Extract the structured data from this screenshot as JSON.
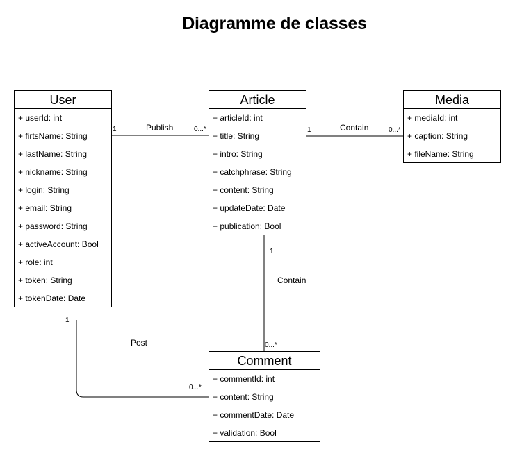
{
  "title": "Diagramme de classes",
  "classes": {
    "user": {
      "name": "User",
      "attributes": [
        "+ userId: int",
        "+ firtsName: String",
        "+ lastName: String",
        "+ nickname: String",
        "+ login: String",
        "+ email: String",
        "+ password: String",
        "+ activeAccount: Bool",
        "+ role: int",
        "+ token: String",
        "+ tokenDate: Date"
      ]
    },
    "article": {
      "name": "Article",
      "attributes": [
        "+ articleId: int",
        "+ title: String",
        "+ intro: String",
        "+ catchphrase: String",
        "+ content: String",
        "+ updateDate: Date",
        "+ publication: Bool"
      ]
    },
    "media": {
      "name": "Media",
      "attributes": [
        "+ mediaId: int",
        "+ caption: String",
        "+ fileName: String"
      ]
    },
    "comment": {
      "name": "Comment",
      "attributes": [
        "+ commentId: int",
        "+ content: String",
        "+ commentDate: Date",
        "+ validation: Bool"
      ]
    }
  },
  "associations": {
    "publish": {
      "label": "Publish",
      "source_mult": "1",
      "target_mult": "0...*"
    },
    "contain_media": {
      "label": "Contain",
      "source_mult": "1",
      "target_mult": "0...*"
    },
    "contain_comment": {
      "label": "Contain",
      "source_mult": "1",
      "target_mult": "0...*"
    },
    "post": {
      "label": "Post",
      "source_mult": "1",
      "target_mult": "0...*"
    }
  }
}
